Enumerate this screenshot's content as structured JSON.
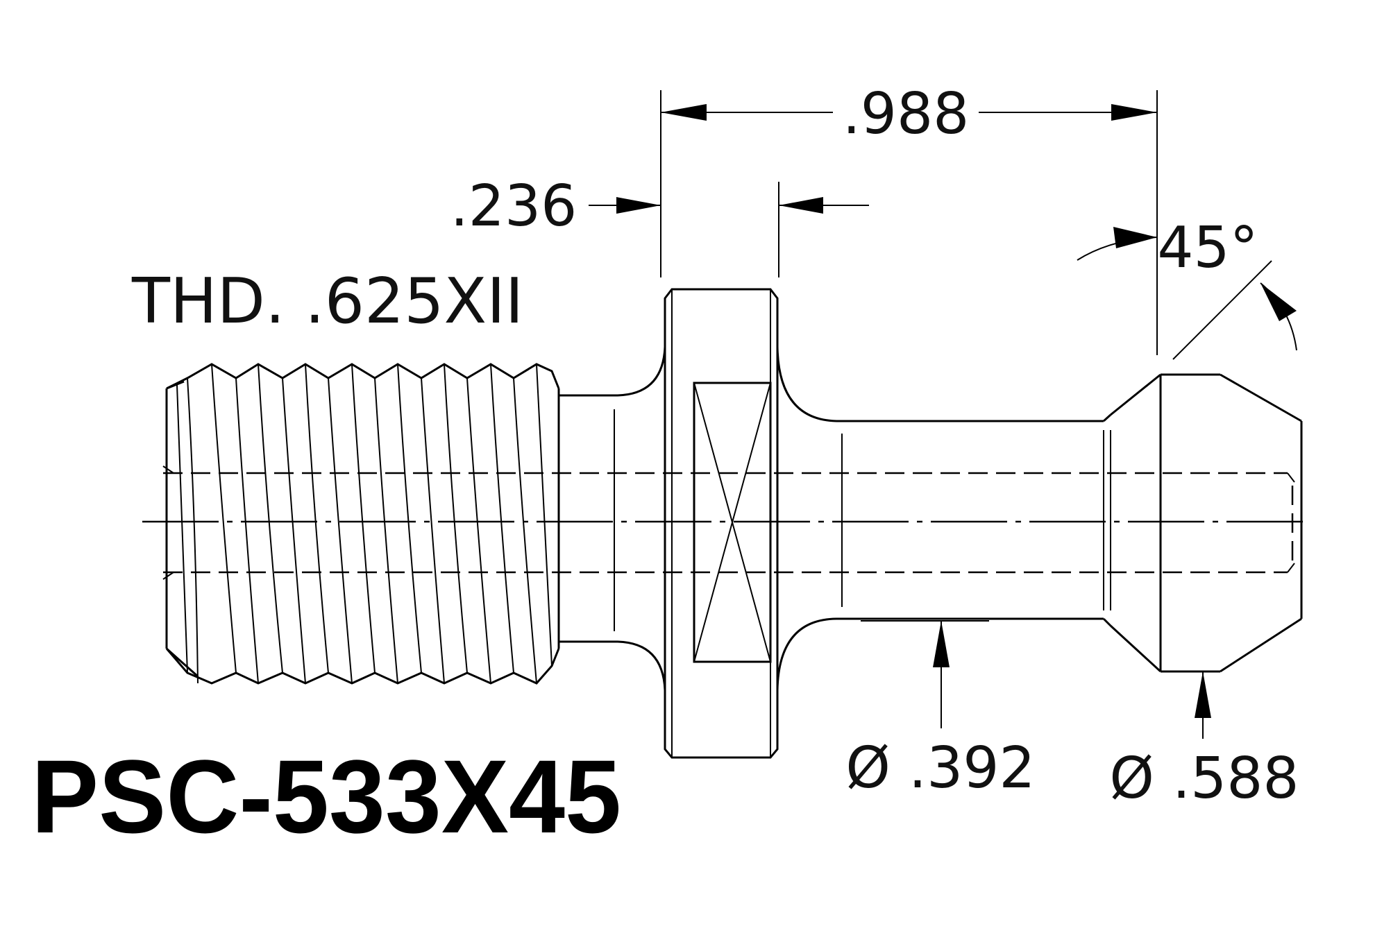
{
  "part_number": "PSC-533X45",
  "thread_callout": "THD. .625XII",
  "dimensions": {
    "overall_length": ".988",
    "flange_thickness": ".236",
    "angle": "45°",
    "neck_diameter": "Ø .392",
    "head_diameter": "Ø .588"
  },
  "colors": {
    "line": "#000000",
    "background": "#ffffff"
  }
}
